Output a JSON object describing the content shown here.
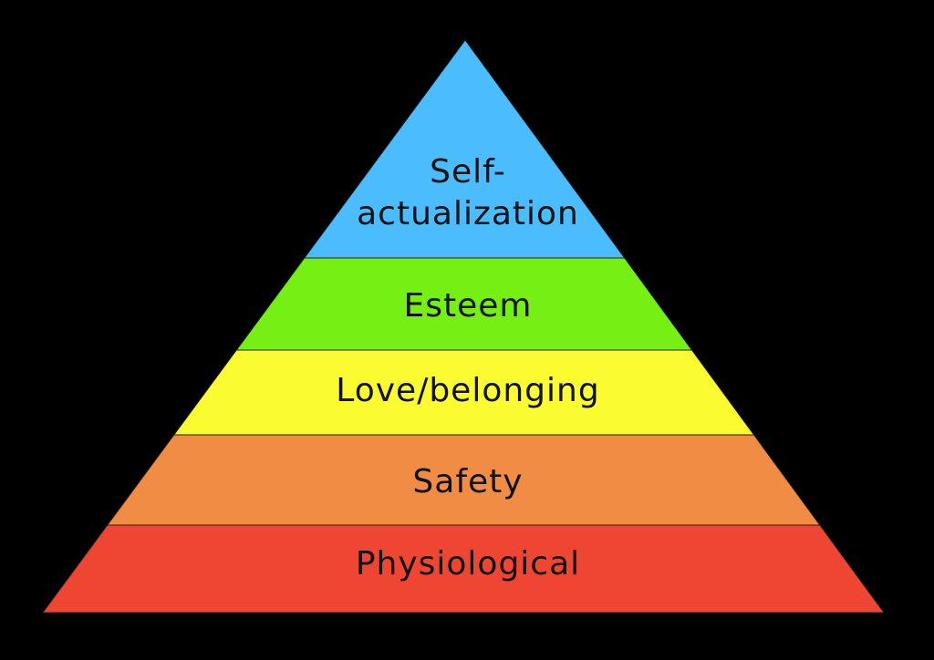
{
  "background": "#000000",
  "tiers": [
    {
      "key": "self-actualization",
      "lines": [
        "Self-",
        "actualization"
      ],
      "color": "#4bbcfd"
    },
    {
      "key": "esteem",
      "lines": [
        "Esteem"
      ],
      "color": "#76f014"
    },
    {
      "key": "love-belonging",
      "lines": [
        "Love/belonging"
      ],
      "color": "#fafc31"
    },
    {
      "key": "safety",
      "lines": [
        "Safety"
      ],
      "color": "#f08c44"
    },
    {
      "key": "physiological",
      "lines": [
        "Physiological"
      ],
      "color": "#ee4632"
    }
  ]
}
